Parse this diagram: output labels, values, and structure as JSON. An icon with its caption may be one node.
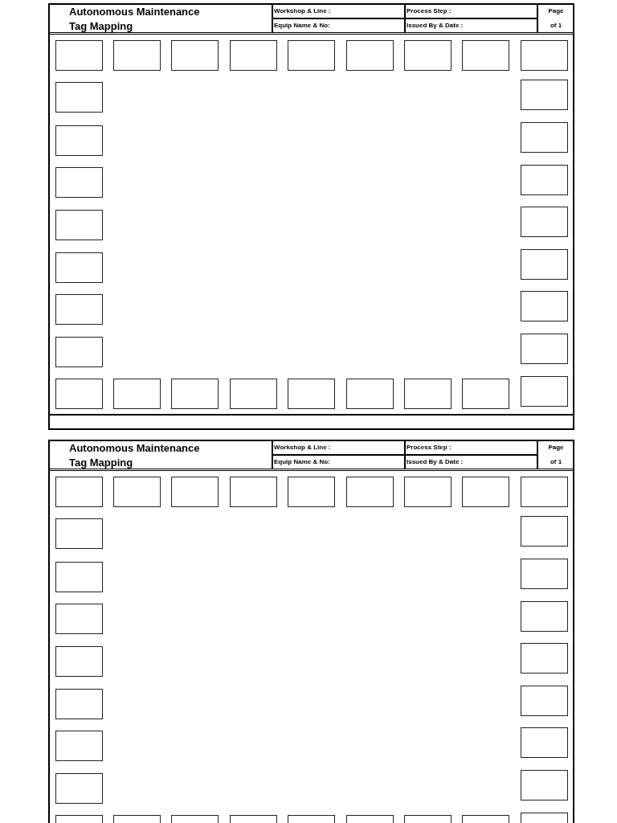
{
  "diagram": {
    "labels": [
      "Autonomous Maintenance Tag Mapping",
      "Workshop & Line :",
      "Process Step :",
      "Page",
      "Equip Name & No:",
      "Issued By & Date :",
      "of 1",
      "Autonomous Maintenance Tag Mapping",
      "Workshop & Line :",
      "Process Step :",
      "Page",
      "Equip Name & No:",
      "Issued By & Date :",
      "of 1"
    ]
  }
}
